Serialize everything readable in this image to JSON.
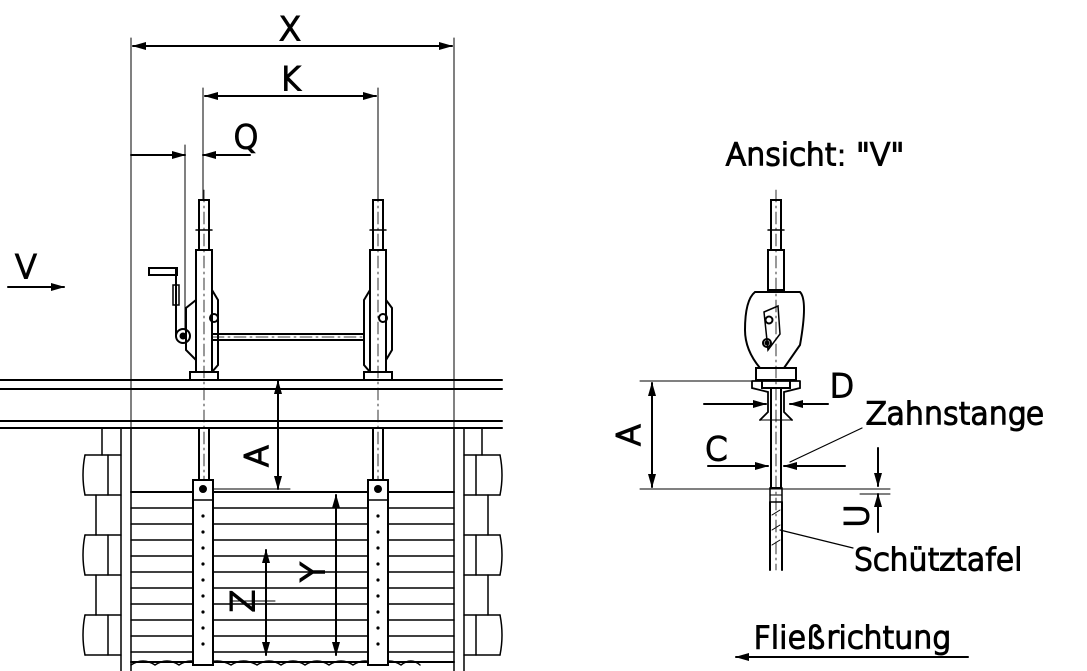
{
  "dims": {
    "x": "X",
    "k": "K",
    "q": "Q",
    "a_front": "A",
    "y": "Y",
    "z": "Z",
    "a_side": "A",
    "c": "C",
    "d": "D",
    "u": "U"
  },
  "view_marker": "V",
  "view_title": "Ansicht: \"V\"",
  "callouts": {
    "rack": "Zahnstange",
    "plate": "Schütztafel"
  },
  "flow_label": "Fließrichtung",
  "colors": {
    "ink": "#000000",
    "paper": "#ffffff"
  }
}
